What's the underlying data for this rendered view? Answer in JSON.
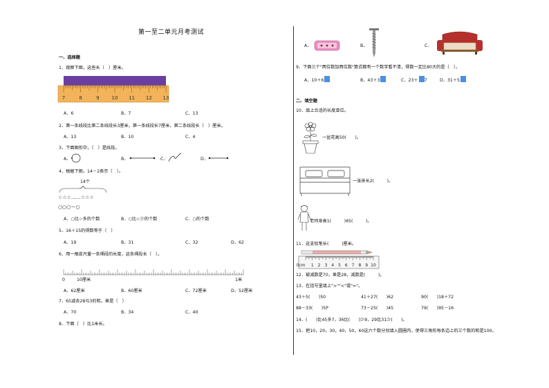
{
  "title": "第一至二单元月考测试",
  "left": {
    "section1": "一、选择题",
    "q1": {
      "text": "1．观察下图，这些长（　）厘米。",
      "ruler_labels": [
        "7",
        "8",
        "9",
        "10",
        "11",
        "12",
        "13"
      ],
      "options": [
        "A．6",
        "B．7",
        "C．13"
      ]
    },
    "q2": {
      "text": "2．第一条线段比第二条线段长3厘米，第一条线段长7厘米，第二条线段长（　）厘米。",
      "options": [
        "A．13",
        "B．10",
        "C．4"
      ]
    },
    "q3": {
      "text": "3．下面图形中，（　）是线段。",
      "options": [
        "A．",
        "B．",
        "C．",
        "D．"
      ]
    },
    "q4": {
      "text": "4．根据下图，14－2表示（　）。",
      "brace_label": "14个",
      "stars": "☆☆☆……☆☆☆",
      "circles": "○○○－○",
      "options": [
        "A．○比☆多的个数",
        "B．○比☆少的个数",
        "C．○的个数"
      ]
    },
    "q5": {
      "text": "5．16＋15的得数等于（　）",
      "options": [
        "A．19",
        "B．31",
        "C．32",
        "D．62"
      ]
    },
    "q6": {
      "text": "6．用一根皮尺量一条绳段的长度，这条绳段长（　）。",
      "tape_labels": [
        "0",
        "10厘米",
        "1米"
      ],
      "options": [
        "A．62厘米",
        "B．60厘米",
        "C．72厘米",
        "D．52厘米"
      ]
    },
    "q7": {
      "text": "7．65减去28与3的和，差是（　）",
      "options": [
        "A．70",
        "B．34",
        "C．40"
      ]
    },
    "q8": {
      "text": "8．下面（　）比1米长。"
    }
  },
  "right": {
    "q8_options": [
      "A．",
      "B．",
      "C．"
    ],
    "q9": {
      "text": "9．下面三个\"两位数加两位数\"算式都有一个数字看不清，得数一定比80大的是（　）。",
      "options": [
        "A．10＋6",
        "B．43＋3",
        "C．23＋",
        "D．31＋5"
      ],
      "c_tail": "7",
      "square_color": "#4a90e2"
    },
    "section2": "二、填空题",
    "q10": {
      "text": "10．填上合适的长度单位。",
      "lines": [
        "一盆花高50(　　)。",
        "一张床长2(　　　)。",
        "老师身高1(　　　)65(　　　)。"
      ]
    },
    "q11": {
      "text": "11．这支铅笔长(　　　)厘米。",
      "ruler_labels": [
        "0cm",
        "1",
        "2",
        "3",
        "4",
        "5",
        "6",
        "7",
        "8",
        "9",
        "10"
      ]
    },
    "q12": "12．被减数是70，差是28，减数是(　　　)。",
    "q13": {
      "text": "13．在括号里填上\">\"\"<\"或\"=\"。",
      "row1": [
        "43＋5(　　)50",
        "41＋27(　　)62",
        "90(　　)18＋72"
      ],
      "row2": [
        "88－33(　　)5P",
        "73－25(　　)45",
        "79(　　)95－16"
      ]
    },
    "q14": "14．(　　)比45多7，36比(　　)少9，29比31少(　　)。",
    "q15": "15．把10，20，30，40，50，60这六个数分别填入圆圈内，使得三角形每条边上的三个数的和是100。"
  }
}
